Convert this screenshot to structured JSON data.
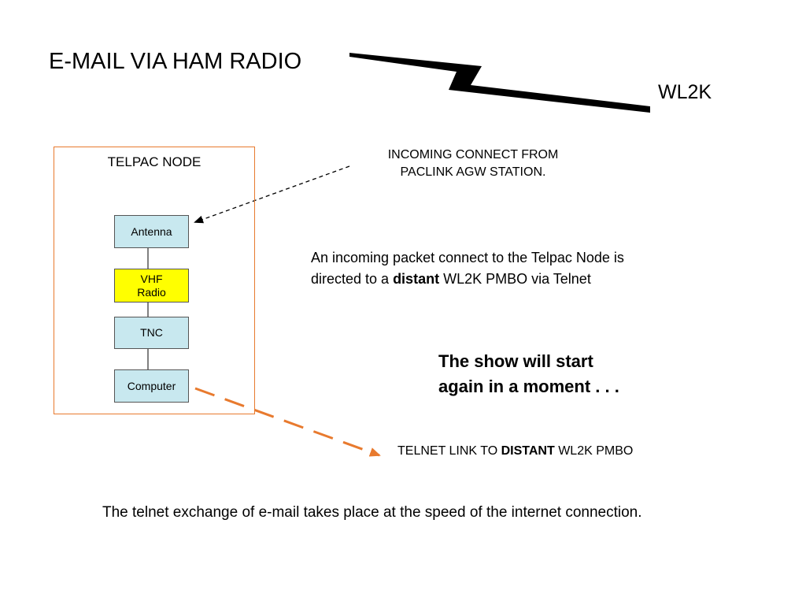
{
  "slide": {
    "title": "E-MAIL VIA HAM RADIO",
    "remote_label": "WL2K",
    "node_label": "TELPAC NODE",
    "components": {
      "antenna": "Antenna",
      "vhf_line1": "VHF",
      "vhf_line2": "Radio",
      "tnc": "TNC",
      "computer": "Computer"
    },
    "incoming_note_line1": "INCOMING CONNECT FROM",
    "incoming_note_line2": "PACLINK AGW STATION.",
    "description": {
      "part1": "An incoming packet connect to the Telpac Node is directed to a ",
      "emphasis": "distant",
      "part2": " WL2K PMBO via Telnet"
    },
    "show_message_line1": "The show will start",
    "show_message_line2": "again in a moment . . .",
    "telnet_note": {
      "prefix": "TELNET LINK TO ",
      "emphasis": "DISTANT",
      "suffix": " WL2K PMBO"
    },
    "speed_note": "The telnet exchange of e-mail takes place at the speed of the internet connection."
  },
  "colors": {
    "node_border": "#e87a2e",
    "component_fill": "#c8e8ef",
    "radio_fill": "#ffff00",
    "telnet_arrow": "#e87a2e"
  }
}
